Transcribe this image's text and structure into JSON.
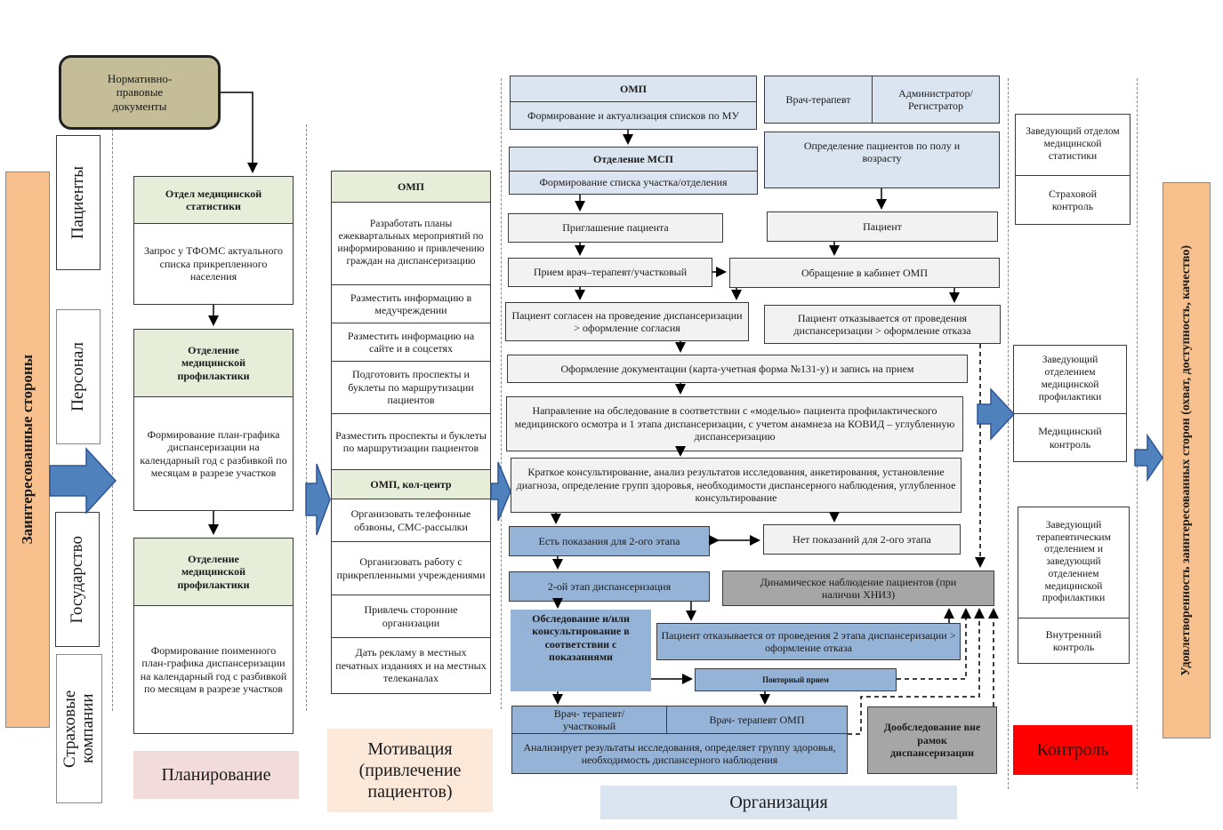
{
  "left": {
    "normative": "Нормативно-правовые документы",
    "stakeholders_title": "Заинтересованные стороны",
    "stakeholders": [
      "Пациенты",
      "Персонал",
      "Государство",
      "Страховые компании"
    ]
  },
  "planning": {
    "blocks": [
      {
        "header": "Отдел медицинской статистики",
        "body": "Запрос у ТФОМС актуального списка прикрепленного населения"
      },
      {
        "header": "Отделение медицинской профилактики",
        "body": "Формирование план-графика диспансеризации на календарный год с разбивкой по месяцам в разрезе участков"
      },
      {
        "header": "Отделение медицинской профилактики",
        "body": "Формирование поименного план-графика диспансеризации на календарный год с разбивкой по месяцам в разрезе участков"
      }
    ],
    "phase_label": "Планирование"
  },
  "motivation": {
    "header1": "ОМП",
    "items1": [
      "Разработать планы ежеквартальных мероприятий по информированию и привлечению граждан на диспансеризацию",
      "Разместить информацию в медучреждении",
      "Разместить информацию на сайте и в соцсетях",
      "Подготовить проспекты и буклеты по маршрутизации пациентов",
      "Разместить проспекты и буклеты по маршрутизации пациентов"
    ],
    "header2": "ОМП, кол-центр",
    "items2": [
      "Организовать телефонные обзвоны, СМС-рассылки",
      "Организовать работу с прикрепленными учреждениями",
      "Привлечь сторонние организации",
      "Дать рекламу в местных печатных изданиях и на местных телеканалах"
    ],
    "phase_label": "Мотивация (привлечение пациентов)"
  },
  "organization": {
    "omp_title": "ОМП",
    "omp_body": "Формирование и актуализация списков по МУ",
    "msp_title": "Отделение МСП",
    "msp_body": "Формирование списка участка/отделения",
    "invite": "Приглашение пациента",
    "reception": "Прием врач–терапевт/участковый",
    "doctor": "Врач-терапевт",
    "admin": "Администратор/ Регистратор",
    "define": "Определение пациентов по полу и возрасту",
    "patient": "Пациент",
    "omp_visit": "Обращение в кабинет ОМП",
    "consent": "Пациент согласен на проведение диспансеризации > оформление согласия",
    "refuse": "Пациент отказывается от проведения диспансеризации > оформление отказа",
    "docs": "Оформление документации (карта-учетная форма №131-у) и запись на прием",
    "referral": "Направление на обследование в соответствии с «моделью» пациента профилактического медицинского осмотра и 1 этапа диспансеризации, с учетом анамнеза на КОВИД – углубленную диспансеризацию",
    "consult": "Краткое консультирование, анализ результатов исследования, анкетирования, установление диагноза, определение групп здоровья, необходимости диспансерного наблюдения, углубленное консультирование",
    "has_ind": "Есть показания для 2-ого этапа",
    "no_ind": "Нет показаний для 2-ого этапа",
    "stage2": "2-ой этап диспансеризация",
    "dynamic": "Динамическое наблюдение пациентов (при наличии ХНИЗ)",
    "exam": "Обследование и/или консультирование в соответствии с показаниями",
    "refuse2": "Пациент отказывается от проведения 2 этапа диспансеризации > оформление отказа",
    "repeat": "Повторный прием",
    "doc_local": "Врач- терапевт/участковый",
    "doc_omp": "Врач- терапевт ОМП",
    "analyze": "Анализирует результаты исследования, определяет группу здоровья, необходимость диспансерного наблюдения",
    "extra": "Дообследование вне рамок диспансеризации",
    "phase_label": "Организация"
  },
  "control": {
    "blocks": [
      {
        "who": "Заведующий отделом медицинской статистики",
        "what": "Страховой контроль"
      },
      {
        "who": "Заведующий отделением медицинской профилактики",
        "what": "Медицинский контроль"
      },
      {
        "who": "Заведующий терапевтическим отделением и заведующий отделением медицинской профилактики",
        "what": "Внутренний контроль"
      }
    ],
    "phase_label": "Контроль"
  },
  "result": "Удовлетворенность заинтересованных сторон (охват, доступность, качество)",
  "colors": {
    "orange": "#f8c08c",
    "green_header": "#e6edd9",
    "light_blue": "#dbe5f1",
    "mid_blue": "#95b3d7",
    "dark_gray": "#a6a6a6",
    "arrow_blue": "#4f81bd",
    "control_red": "#ff0000"
  }
}
